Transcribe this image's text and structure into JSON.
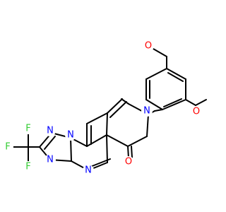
{
  "molecule": {
    "atoms": [
      {
        "id": "o_top",
        "label": "O",
        "color": "#ff0000"
      },
      {
        "id": "o_right",
        "label": "O",
        "color": "#ff0000"
      },
      {
        "id": "n_pyridinone",
        "label": "N",
        "color": "#0000ff"
      },
      {
        "id": "o_carbonyl",
        "label": "O",
        "color": "#ff0000"
      },
      {
        "id": "n1_triazole",
        "label": "N",
        "color": "#0000ff"
      },
      {
        "id": "n2_triazole",
        "label": "N",
        "color": "#0000ff"
      },
      {
        "id": "n4_triazole",
        "label": "N",
        "color": "#0000ff"
      },
      {
        "id": "n_pyrimidine",
        "label": "N",
        "color": "#0000ff"
      },
      {
        "id": "f1",
        "label": "F",
        "color": "#33cc33"
      },
      {
        "id": "f2",
        "label": "F",
        "color": "#33cc33"
      },
      {
        "id": "f3",
        "label": "F",
        "color": "#33cc33"
      }
    ]
  }
}
